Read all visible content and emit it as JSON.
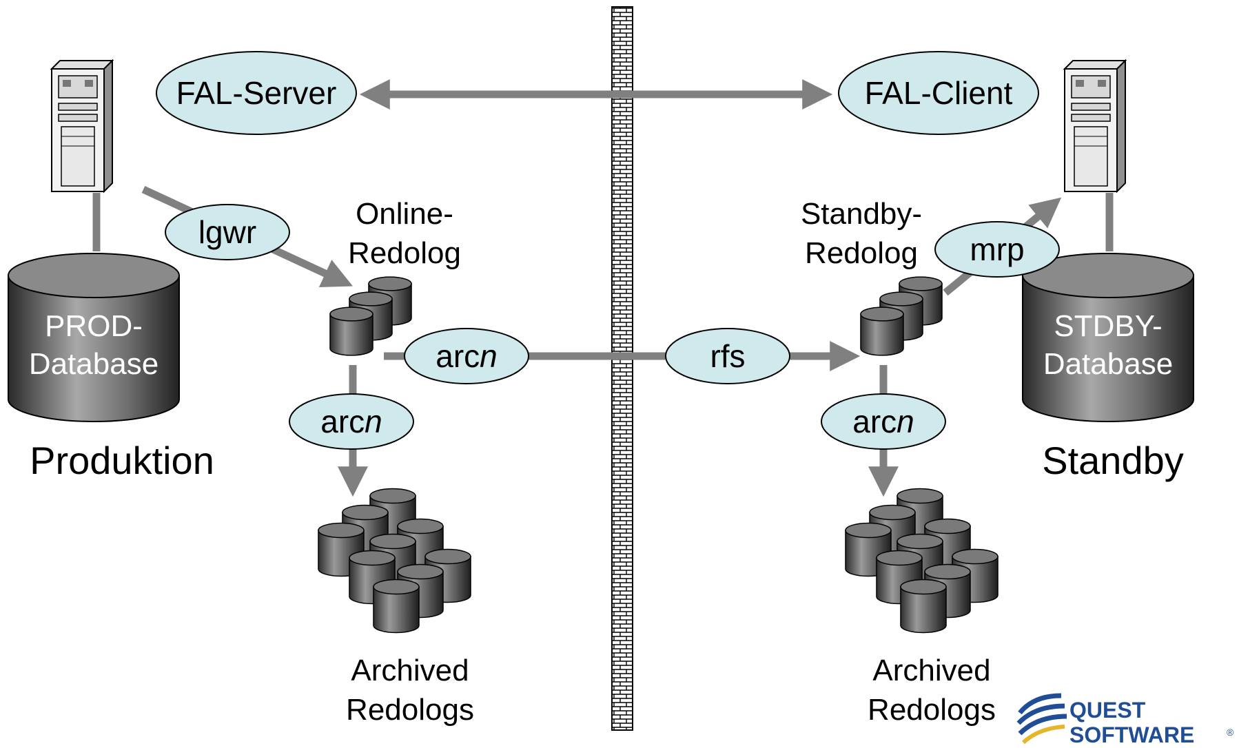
{
  "labels": {
    "fal_server": "FAL-Server",
    "fal_client": "FAL-Client",
    "lgwr": "lgwr",
    "arc_prefix": "arc",
    "arc_suffix": "n",
    "rfs": "rfs",
    "mrp": "mrp",
    "online_redolog_line1": "Online-",
    "online_redolog_line2": "Redolog",
    "standby_redolog_line1": "Standby-",
    "standby_redolog_line2": "Redolog",
    "prod_db_line1": "PROD-",
    "prod_db_line2": "Database",
    "stdby_db_line1": "STDBY-",
    "stdby_db_line2": "Database",
    "produktion": "Produktion",
    "standby": "Standby",
    "archived_line1": "Archived",
    "archived_line2": "Redologs"
  },
  "logo": {
    "line1": "QUEST",
    "line2": "SOFTWARE",
    "mark": "®"
  },
  "colors": {
    "ellipse_fill": "#cfe9ec",
    "arrow": "#808080",
    "cylinder_dark": "#3a3a3a",
    "logo_blue": "#1f4e96"
  }
}
